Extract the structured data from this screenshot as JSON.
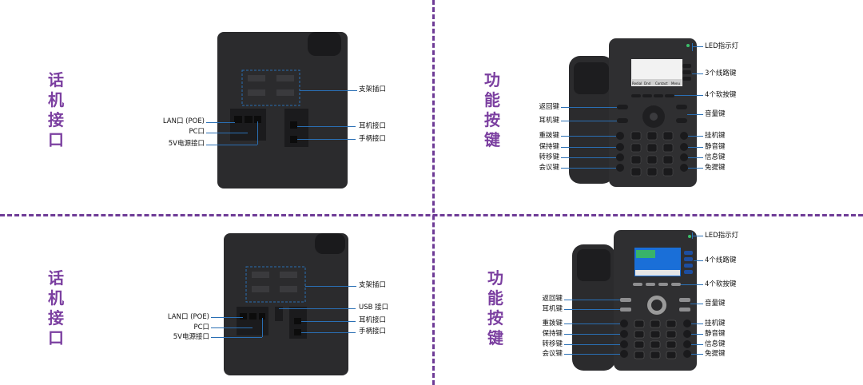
{
  "sections": {
    "interfaces_title": "话机接口",
    "functions_title": "功能按键"
  },
  "top_back": {
    "labels": {
      "stand_slot": "支架插口",
      "lan": "LAN口 (POE)",
      "pc": "PC口",
      "power": "5V电源接口",
      "headset": "耳机接口",
      "handset": "手柄接口"
    }
  },
  "bottom_back": {
    "labels": {
      "stand_slot": "支架插口",
      "lan": "LAN口 (POE)",
      "pc": "PC口",
      "power": "5V电源接口",
      "usb": "USB 接口",
      "headset": "耳机接口",
      "handset": "手柄接口"
    }
  },
  "top_front": {
    "labels": {
      "led": "LED指示灯",
      "line_keys": "3个线路键",
      "soft_keys": "4个软按键",
      "back": "返回键",
      "headset": "耳机键",
      "volume": "音量键",
      "redial": "重拨键",
      "hold": "保持键",
      "transfer": "转移键",
      "conference": "会议键",
      "hangup": "挂机键",
      "mute": "静音键",
      "message": "信息键",
      "speaker": "免提键"
    },
    "screen_softkeys": [
      "Redial",
      "Dnd",
      "Contact",
      "Menu"
    ]
  },
  "bottom_front": {
    "labels": {
      "led": "LED指示灯",
      "line_keys": "4个线路键",
      "soft_keys": "4个软按键",
      "back": "返回键",
      "headset": "耳机键",
      "volume": "音量键",
      "redial": "重拨键",
      "hold": "保持键",
      "transfer": "转移键",
      "conference": "会议键",
      "hangup": "挂机键",
      "mute": "静音键",
      "message": "信息键",
      "speaker": "免提键"
    }
  },
  "colors": {
    "title": "#7b3fa0",
    "divider": "#6e3b96",
    "leader": "#2a6fb4",
    "device": "#2b2b2d"
  }
}
